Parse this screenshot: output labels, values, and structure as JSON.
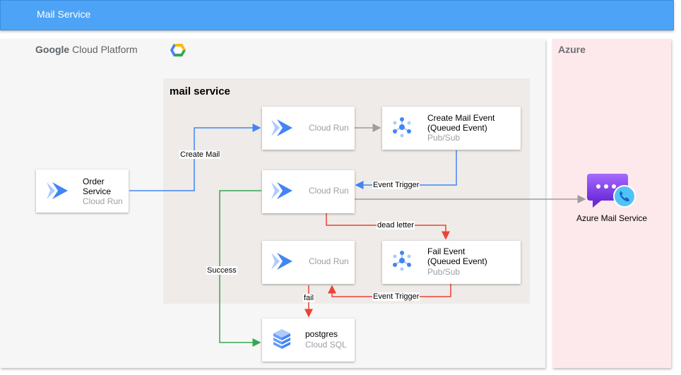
{
  "header": {
    "title": "Mail Service"
  },
  "gcp": {
    "title_brand": "Google",
    "title_rest": " Cloud Platform"
  },
  "azure": {
    "title": "Azure",
    "service_label": "Azure Mail Service"
  },
  "zone": {
    "title": "mail service"
  },
  "nodes": {
    "order": {
      "name_line1": "Order",
      "name_line2": "Service",
      "type": "Cloud Run"
    },
    "run1": {
      "type": "Cloud Run"
    },
    "run2": {
      "type": "Cloud Run"
    },
    "run3": {
      "type": "Cloud Run"
    },
    "create_event": {
      "name_line1": "Create Mail Event",
      "name_line2": "(Queued Event)",
      "type": "Pub/Sub"
    },
    "fail_event": {
      "name_line1": "Fail Event",
      "name_line2": "(Queued Event)",
      "type": "Pub/Sub"
    },
    "postgres": {
      "name": "postgres",
      "type": "Cloud SQL"
    }
  },
  "edges": {
    "create_mail": "Create Mail",
    "event_trigger_1": "Event Trigger",
    "dead_letter": "dead letter",
    "success": "Success",
    "event_trigger_2": "Event Trigger",
    "fail": "fail"
  },
  "colors": {
    "header": "#4da3f5",
    "blue_edge": "#4285f4",
    "green_edge": "#34a853",
    "red_edge": "#ea4335",
    "gray_edge": "#9e9e9e",
    "azure_bg": "#fde9ec",
    "zone_bg": "#efebe8"
  },
  "icons": {
    "cloud_run": "cloud-run-icon",
    "pubsub": "pubsub-icon",
    "cloud_sql": "cloud-sql-icon",
    "gcp_logo": "gcp-hexagon-icon",
    "azure_comms": "azure-communication-icon"
  }
}
